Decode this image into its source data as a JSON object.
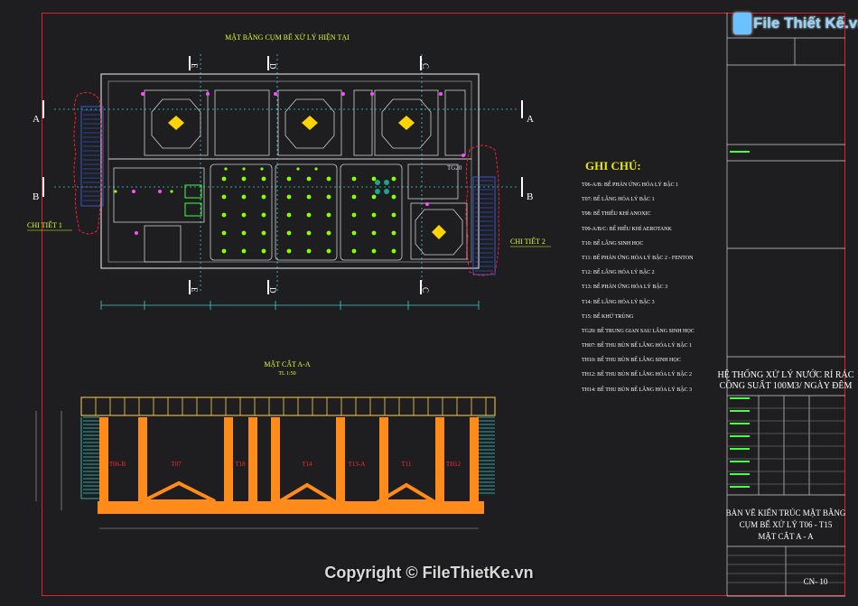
{
  "logo": {
    "text": "File Thiết Kế.vn"
  },
  "copyright": "Copyright © FileThietKe.vn",
  "plan": {
    "title": "MẶT BẰNG CỤM BỂ XỬ LÝ  HIỆN TẠI",
    "axes_top": [
      "E",
      "D",
      "C"
    ],
    "axes_side": [
      "A",
      "B"
    ],
    "detail1": "CHI TIẾT 1",
    "detail2": "CHI TIẾT 2",
    "tank_tg": "TG20"
  },
  "section": {
    "title": "MẶT CẮT A-A",
    "scale": "TL 1:50",
    "tanks": [
      "T06-B",
      "T07",
      "T18",
      "T14",
      "T13-A",
      "T11",
      "TH12"
    ]
  },
  "notes": {
    "title": "GHI CHÚ:",
    "items": [
      "T06-A/B: BỂ PHẢN ỨNG HÓA LÝ BẬC 1",
      "T07: BỂ LẮNG HÓA LÝ BẬC 1",
      "T08: BỂ THIẾU KHÍ ANOXIC",
      "T09-A/B/C: BỂ HIẾU KHÍ AEROTANK",
      "T10: BỂ LẮNG SINH HỌC",
      "T11: BỂ PHẢN ỨNG HÓA LÝ BẬC 2 - FENTON",
      "T12: BỂ LẮNG HÓA LÝ BẬC 2",
      "T13: BỂ PHẢN ỨNG HÓA LÝ BẬC 3",
      "T14: BỂ LẮNG HÓA LÝ BẬC 3",
      "T15: BỂ KHỬ TRÙNG",
      "TG20: BỂ TRUNG GIAN SAU LẮNG SINH HỌC",
      "TH07: BỂ THU BÙN BỂ LẮNG HÓA LÝ BẬC 1",
      "TH10: BỂ THU BÙN BỂ LẮNG SINH HỌC",
      "TH12: BỂ THU BÙN BỂ LẮNG HÓA LÝ BẬC 2",
      "TH14: BỂ THU BÙN BỂ LẮNG HÓA LÝ BẬC 3"
    ]
  },
  "titleblock": {
    "project_line1": "HỆ THỐNG XỬ LÝ NƯỚC RỈ RÁC",
    "project_line2": "CÔNG SUẤT 100M3/ NGÀY ĐÊM",
    "drawing_line1": "BẢN VẼ KIẾN TRÚC MẶT BẰNG",
    "drawing_line2": "CỤM BỂ XỬ LÝ T06 - T15",
    "drawing_line3": "MẶT CẮT A - A",
    "sheet_no": "CN- 10"
  }
}
